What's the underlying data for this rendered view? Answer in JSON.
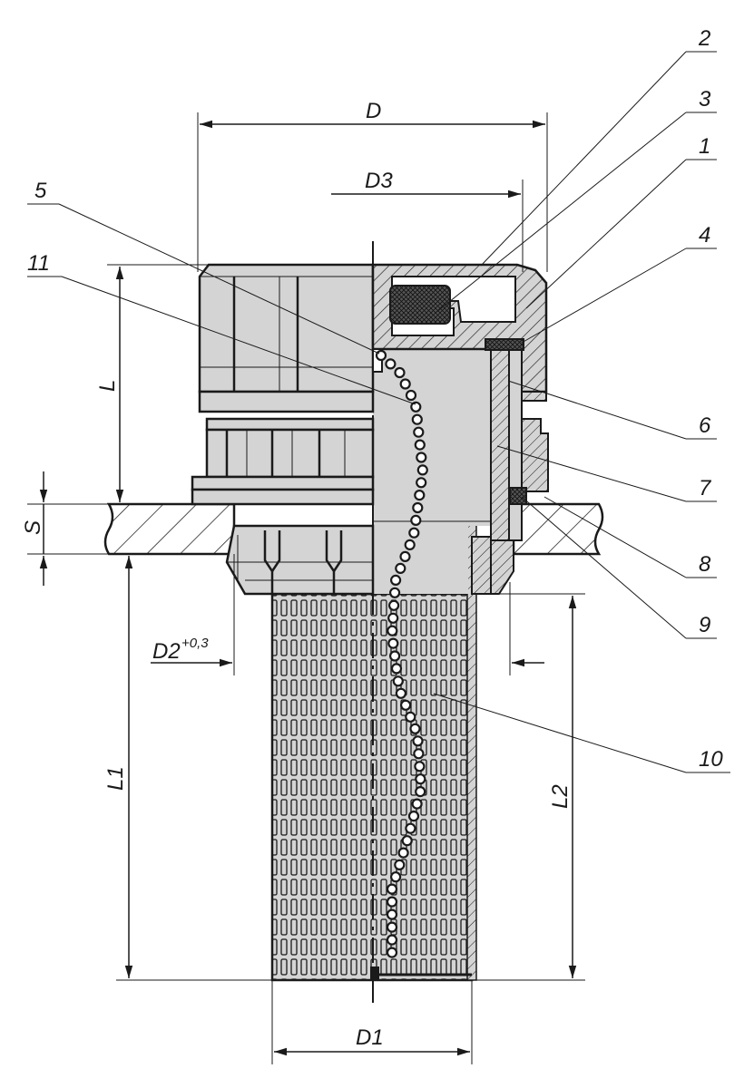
{
  "dimensions": {
    "d": "D",
    "d1": "D1",
    "d2": "D2",
    "d2_tolerance": "+0,3",
    "d3": "D3",
    "l": "L",
    "l1": "L1",
    "l2": "L2",
    "s": "S"
  },
  "part_numbers": [
    "1",
    "2",
    "3",
    "4",
    "5",
    "6",
    "7",
    "8",
    "9",
    "10",
    "11"
  ],
  "colors": {
    "line": "#1a1a1a",
    "part_fill": "#d4d4d4",
    "background": "#ffffff"
  }
}
